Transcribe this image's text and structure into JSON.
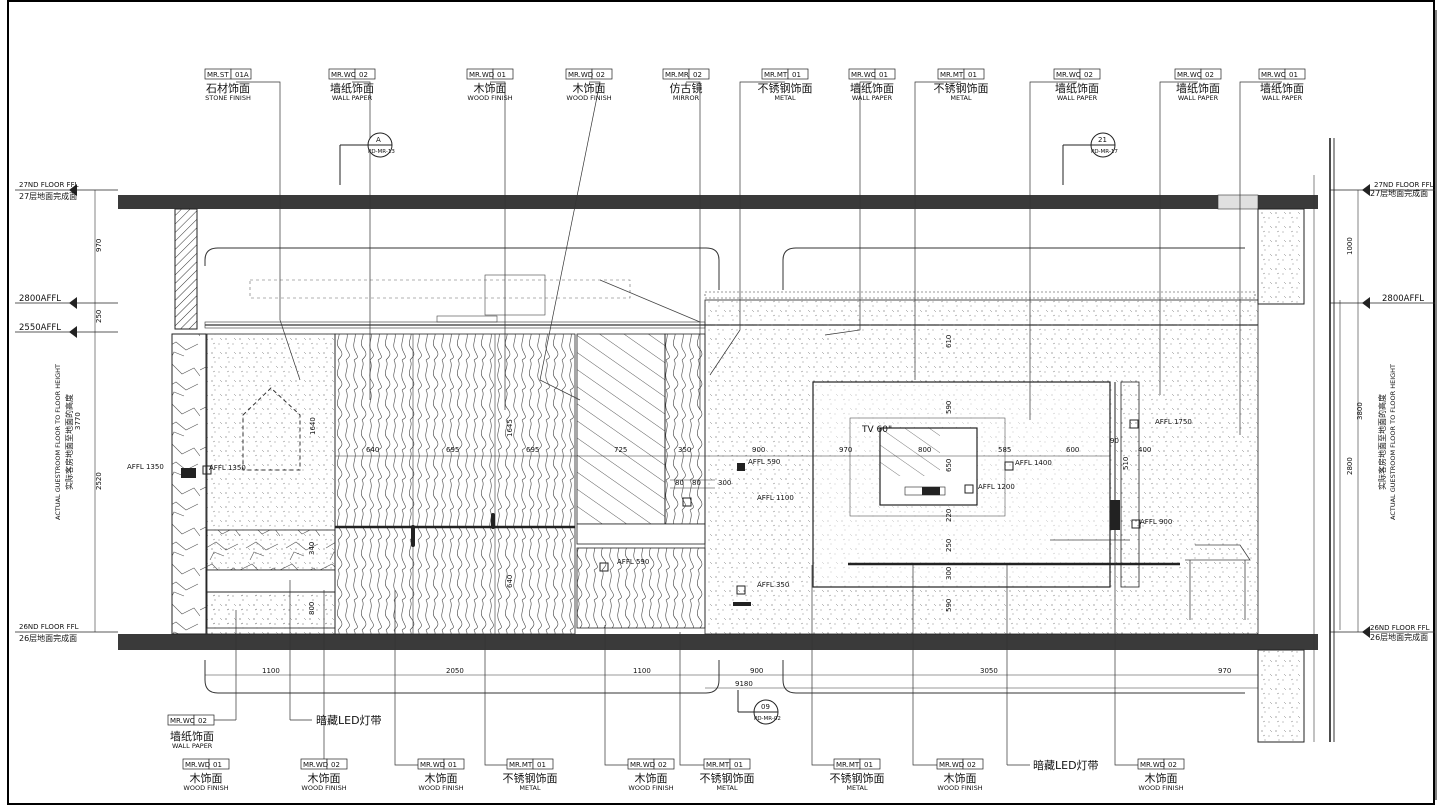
{
  "levels": {
    "floor27_en": "27ND FLOOR FFL",
    "floor27_cn": "27层地面完成面",
    "floor26_en": "26ND FLOOR FFL",
    "floor26_cn": "26层地面完成面",
    "affl_2800": "2800AFFL",
    "affl_2550": "2550AFFL"
  },
  "left_height_note": {
    "en": "ACTUAL GUESTROOM FLOOR TO FLOOR HEIGHT",
    "cn": "实际客房地面至地面的高度",
    "value": "3770"
  },
  "right_height_note": {
    "cn": "实际客房地面至地面的高度",
    "en": "ACTUAL GUESTROOM FLOOR TO FLOOR HEIGHT"
  },
  "top_callouts": [
    {
      "code": "MR.ST",
      "num": "01A",
      "cn": "石材饰面",
      "en": "STONE FINISH"
    },
    {
      "code": "MR.WC",
      "num": "02",
      "cn": "墙纸饰面",
      "en": "WALL PAPER"
    },
    {
      "code": "MR.WD",
      "num": "01",
      "cn": "木饰面",
      "en": "WOOD FINISH"
    },
    {
      "code": "MR.WD",
      "num": "02",
      "cn": "木饰面",
      "en": "WOOD FINISH"
    },
    {
      "code": "MR.MR",
      "num": "02",
      "cn": "仿古镜",
      "en": "MIRROR"
    },
    {
      "code": "MR.MT",
      "num": "01",
      "cn": "不锈钢饰面",
      "en": "METAL"
    },
    {
      "code": "MR.WC",
      "num": "01",
      "cn": "墙纸饰面",
      "en": "WALL PAPER"
    },
    {
      "code": "MR.MT",
      "num": "01",
      "cn": "不锈钢饰面",
      "en": "METAL"
    },
    {
      "code": "MR.WC",
      "num": "02",
      "cn": "墙纸饰面",
      "en": "WALL PAPER"
    },
    {
      "code": "MR.WC",
      "num": "02",
      "cn": "墙纸饰面",
      "en": "WALL PAPER"
    },
    {
      "code": "MR.WC",
      "num": "01",
      "cn": "墙纸饰面",
      "en": "WALL PAPER"
    }
  ],
  "bottom_callouts": [
    {
      "code": "MR.WD",
      "num": "01",
      "cn": "木饰面",
      "en": "WOOD FINISH"
    },
    {
      "code": "MR.WD",
      "num": "02",
      "cn": "木饰面",
      "en": "WOOD FINISH"
    },
    {
      "code": "MR.WD",
      "num": "01",
      "cn": "木饰面",
      "en": "WOOD FINISH"
    },
    {
      "code": "MR.MT",
      "num": "01",
      "cn": "不锈钢饰面",
      "en": "METAL"
    },
    {
      "code": "MR.WD",
      "num": "02",
      "cn": "木饰面",
      "en": "WOOD FINISH"
    },
    {
      "code": "MR.MT",
      "num": "01",
      "cn": "不锈钢饰面",
      "en": "METAL"
    },
    {
      "code": "MR.MT",
      "num": "01",
      "cn": "不锈钢饰面",
      "en": "METAL"
    },
    {
      "code": "MR.WD",
      "num": "02",
      "cn": "木饰面",
      "en": "WOOD FINISH"
    },
    {
      "code": "MR.WD",
      "num": "02",
      "cn": "木饰面",
      "en": "WOOD FINISH"
    }
  ],
  "left_mid_callout": {
    "code": "MR.WC",
    "num": "02",
    "cn": "墙纸饰面",
    "en": "WALL PAPER"
  },
  "led_labels": [
    "暗藏LED灯带",
    "暗藏LED灯带"
  ],
  "section_marks": [
    {
      "id": "A",
      "ref": "PD-MR-13"
    },
    {
      "id": "21",
      "ref": "PD-MR-17"
    },
    {
      "id": "09",
      "ref": "PD-MR-02"
    }
  ],
  "tv_label": "TV 60\"",
  "dims_bottom": [
    "1100",
    "2050",
    "1100",
    "900",
    "3050",
    "970"
  ],
  "dims_total": "9180",
  "dims_panels": [
    "640",
    "695",
    "695",
    "725",
    "350",
    "900",
    "970",
    "800",
    "585",
    "600",
    "400"
  ],
  "dims_left_vertical": [
    "970",
    "250",
    "2520"
  ],
  "dims_right_vertical": [
    "1000",
    "3800",
    "2800"
  ],
  "dims_misc": [
    "1640",
    "1645",
    "640",
    "80",
    "80",
    "300",
    "610",
    "590",
    "650",
    "220",
    "250",
    "300",
    "590",
    "90",
    "340",
    "800",
    "510"
  ],
  "affl_marks": [
    "AFFL 1350",
    "AFFL 1350",
    "AFFL 590",
    "AFFL 1100",
    "AFFL 590",
    "AFFL 350",
    "AFFL 1400",
    "AFFL 1200",
    "AFFL 1750",
    "AFFL 900"
  ]
}
